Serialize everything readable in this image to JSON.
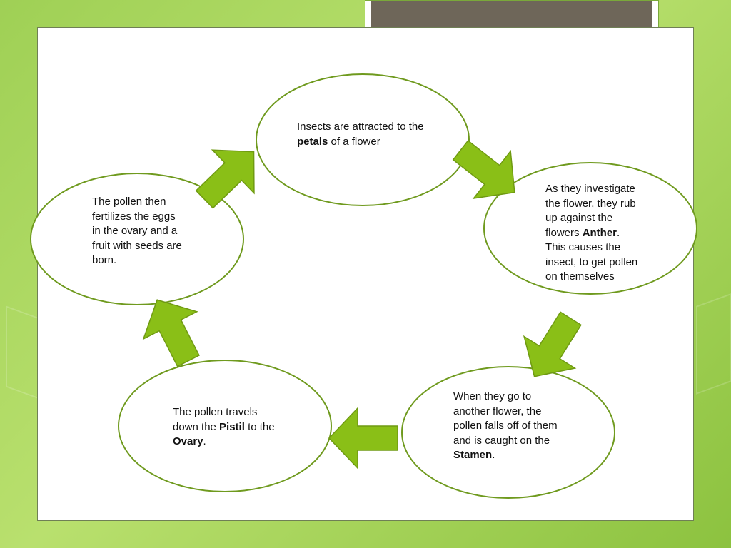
{
  "diagram": {
    "colors": {
      "arrow_fill": "#8abf17",
      "arrow_stroke": "#6f9a12",
      "ellipse_stroke": "#6f9a1e"
    },
    "steps": [
      {
        "pre": "Insects are attracted to the ",
        "bold": "petals",
        "post": " of a flower"
      },
      {
        "pre": "As they investigate the flower, they rub up against the flowers ",
        "bold": "Anther",
        "post": ". This causes the insect, to get pollen on themselves"
      },
      {
        "pre": "When they go to another flower, the pollen falls off of them and is caught on the ",
        "bold": "Stamen",
        "post": "."
      },
      {
        "pre": "The pollen travels down the ",
        "bold": "Pistil",
        "mid": " to the ",
        "bold2": "Ovary",
        "post": "."
      },
      {
        "pre": "The pollen then fertilizes the eggs in the ovary and a fruit with seeds are born.",
        "bold": "",
        "post": ""
      }
    ]
  }
}
